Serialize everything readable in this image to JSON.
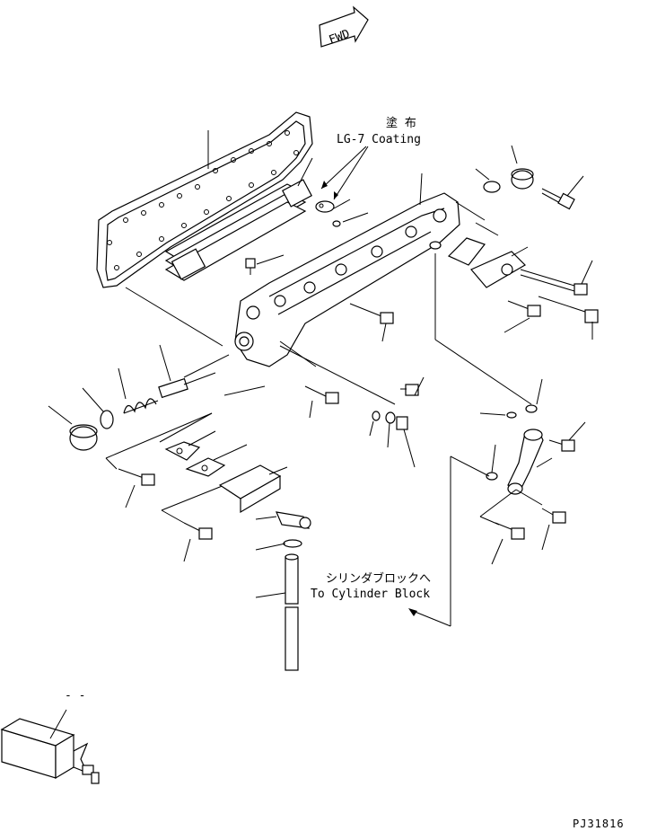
{
  "diagram": {
    "fwd_label": "FWD",
    "coating_jp": "塗 布",
    "coating_en": "LG-7 Coating",
    "to_cylinder_jp": "シリンダブロックへ",
    "to_cylinder_en": "To Cylinder Block",
    "sub_marks": "- -",
    "drawing_id": "PJ31816"
  }
}
